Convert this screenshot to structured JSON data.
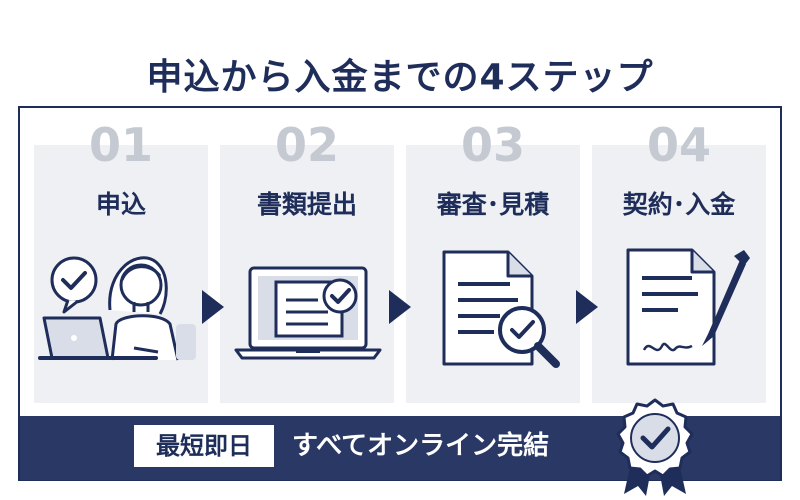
{
  "title": "申込から入金までの4ステップ",
  "steps": [
    {
      "number": "01",
      "label": "申込"
    },
    {
      "number": "02",
      "label": "書類提出"
    },
    {
      "number": "03",
      "label": "審査･見積"
    },
    {
      "number": "04",
      "label": "契約･入金"
    }
  ],
  "footer": {
    "badge": "最短即日",
    "text": "すべてオンライン完結"
  },
  "colors": {
    "navy": "#1f2d5a",
    "card_bg": "#eef0f3",
    "step_number": "#c5c9d1"
  }
}
